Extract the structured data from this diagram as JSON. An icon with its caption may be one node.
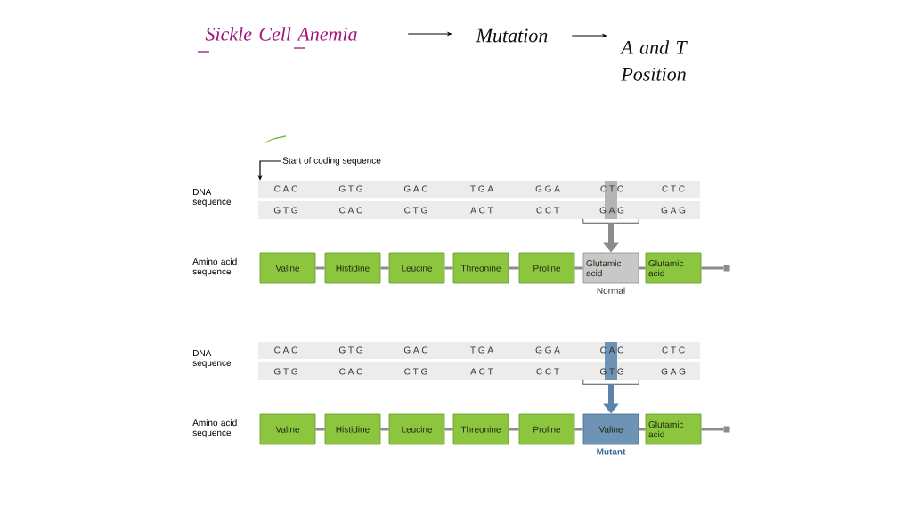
{
  "diagram": {
    "nodes": [
      {
        "text": [
          "Sickle Cell Anemia"
        ]
      },
      {
        "text": [
          "Mutation"
        ]
      },
      {
        "text": [
          "A and T Position"
        ]
      },
      {
        "text": [
          "Start of coding sequence"
        ]
      },
      {
        "text": [
          "Valine"
        ]
      },
      {
        "text": [
          "Histidine"
        ]
      },
      {
        "text": [
          "Leucine"
        ]
      },
      {
        "text": [
          "Threonine"
        ]
      },
      {
        "text": [
          "Proline"
        ]
      },
      {
        "text": [
          "Glutamic acid"
        ],
        "beside": [
          "Normal"
        ]
      },
      {
        "text": [
          "Glutamic acid"
        ]
      },
      {
        "text": [],
        "shape": "box"
      },
      {
        "text": [
          "Valine"
        ]
      },
      {
        "text": [
          "Histidine"
        ]
      },
      {
        "text": [
          "Leucine"
        ]
      },
      {
        "text": [
          "Threonine"
        ]
      },
      {
        "text": [
          "Proline"
        ]
      },
      {
        "text": [
          "Valine"
        ],
        "beside": [
          "Mutant"
        ]
      },
      {
        "text": [
          "Glutamic acid"
        ]
      },
      {
        "text": [],
        "shape": "box"
      },
      {
        "text": [],
        "shape": "bracket"
      },
      {
        "text": [],
        "shape": "bracket"
      },
      {
        "text": [],
        "shape": "bar"
      },
      {
        "text": [],
        "shape": "bar"
      }
    ],
    "edges": [
      {
        "from": 0,
        "to": 1,
        "arrow": "to",
        "color": "#000000"
      },
      {
        "from": 1,
        "to": 2,
        "arrow": "to",
        "color": "#000000"
      },
      {
        "from": 3,
        "to": 22,
        "arrow": "to",
        "color": "#000000"
      },
      {
        "from": 4,
        "to": 5,
        "arrow": "none"
      },
      {
        "from": 5,
        "to": 6,
        "arrow": "none"
      },
      {
        "from": 6,
        "to": 7,
        "arrow": "none"
      },
      {
        "from": 7,
        "to": 8,
        "arrow": "none"
      },
      {
        "from": 8,
        "to": 9,
        "arrow": "none"
      },
      {
        "from": 9,
        "to": 10,
        "arrow": "none"
      },
      {
        "from": 10,
        "to": 11,
        "arrow": "none"
      },
      {
        "from": 20,
        "to": 9,
        "arrow": "to",
        "style": "thick"
      },
      {
        "from": 12,
        "to": 13,
        "arrow": "none"
      },
      {
        "from": 13,
        "to": 14,
        "arrow": "none"
      },
      {
        "from": 14,
        "to": 15,
        "arrow": "none"
      },
      {
        "from": 15,
        "to": 16,
        "arrow": "none"
      },
      {
        "from": 16,
        "to": 17,
        "arrow": "none"
      },
      {
        "from": 17,
        "to": 18,
        "arrow": "none"
      },
      {
        "from": 18,
        "to": 19,
        "arrow": "none"
      },
      {
        "from": 21,
        "to": 17,
        "arrow": "to",
        "style": "thick",
        "color": "#5b84a8"
      }
    ],
    "labels": [
      "DNA sequence",
      "C A C",
      "G T G",
      "G A C",
      "T G A",
      "G G A",
      "C T C",
      "C T C",
      "G T G",
      "C A C",
      "C T G",
      "A C T",
      "C C T",
      "G A G",
      "G A G",
      "Amino acid sequence",
      "DNA sequence",
      "C A C",
      "G T G",
      "G A C",
      "T G A",
      "G G A",
      "C A C",
      "C T C",
      "G T G",
      "C A C",
      "C T G",
      "A C T",
      "C C T",
      "G T G",
      "G A G",
      "Amino acid sequence"
    ]
  }
}
